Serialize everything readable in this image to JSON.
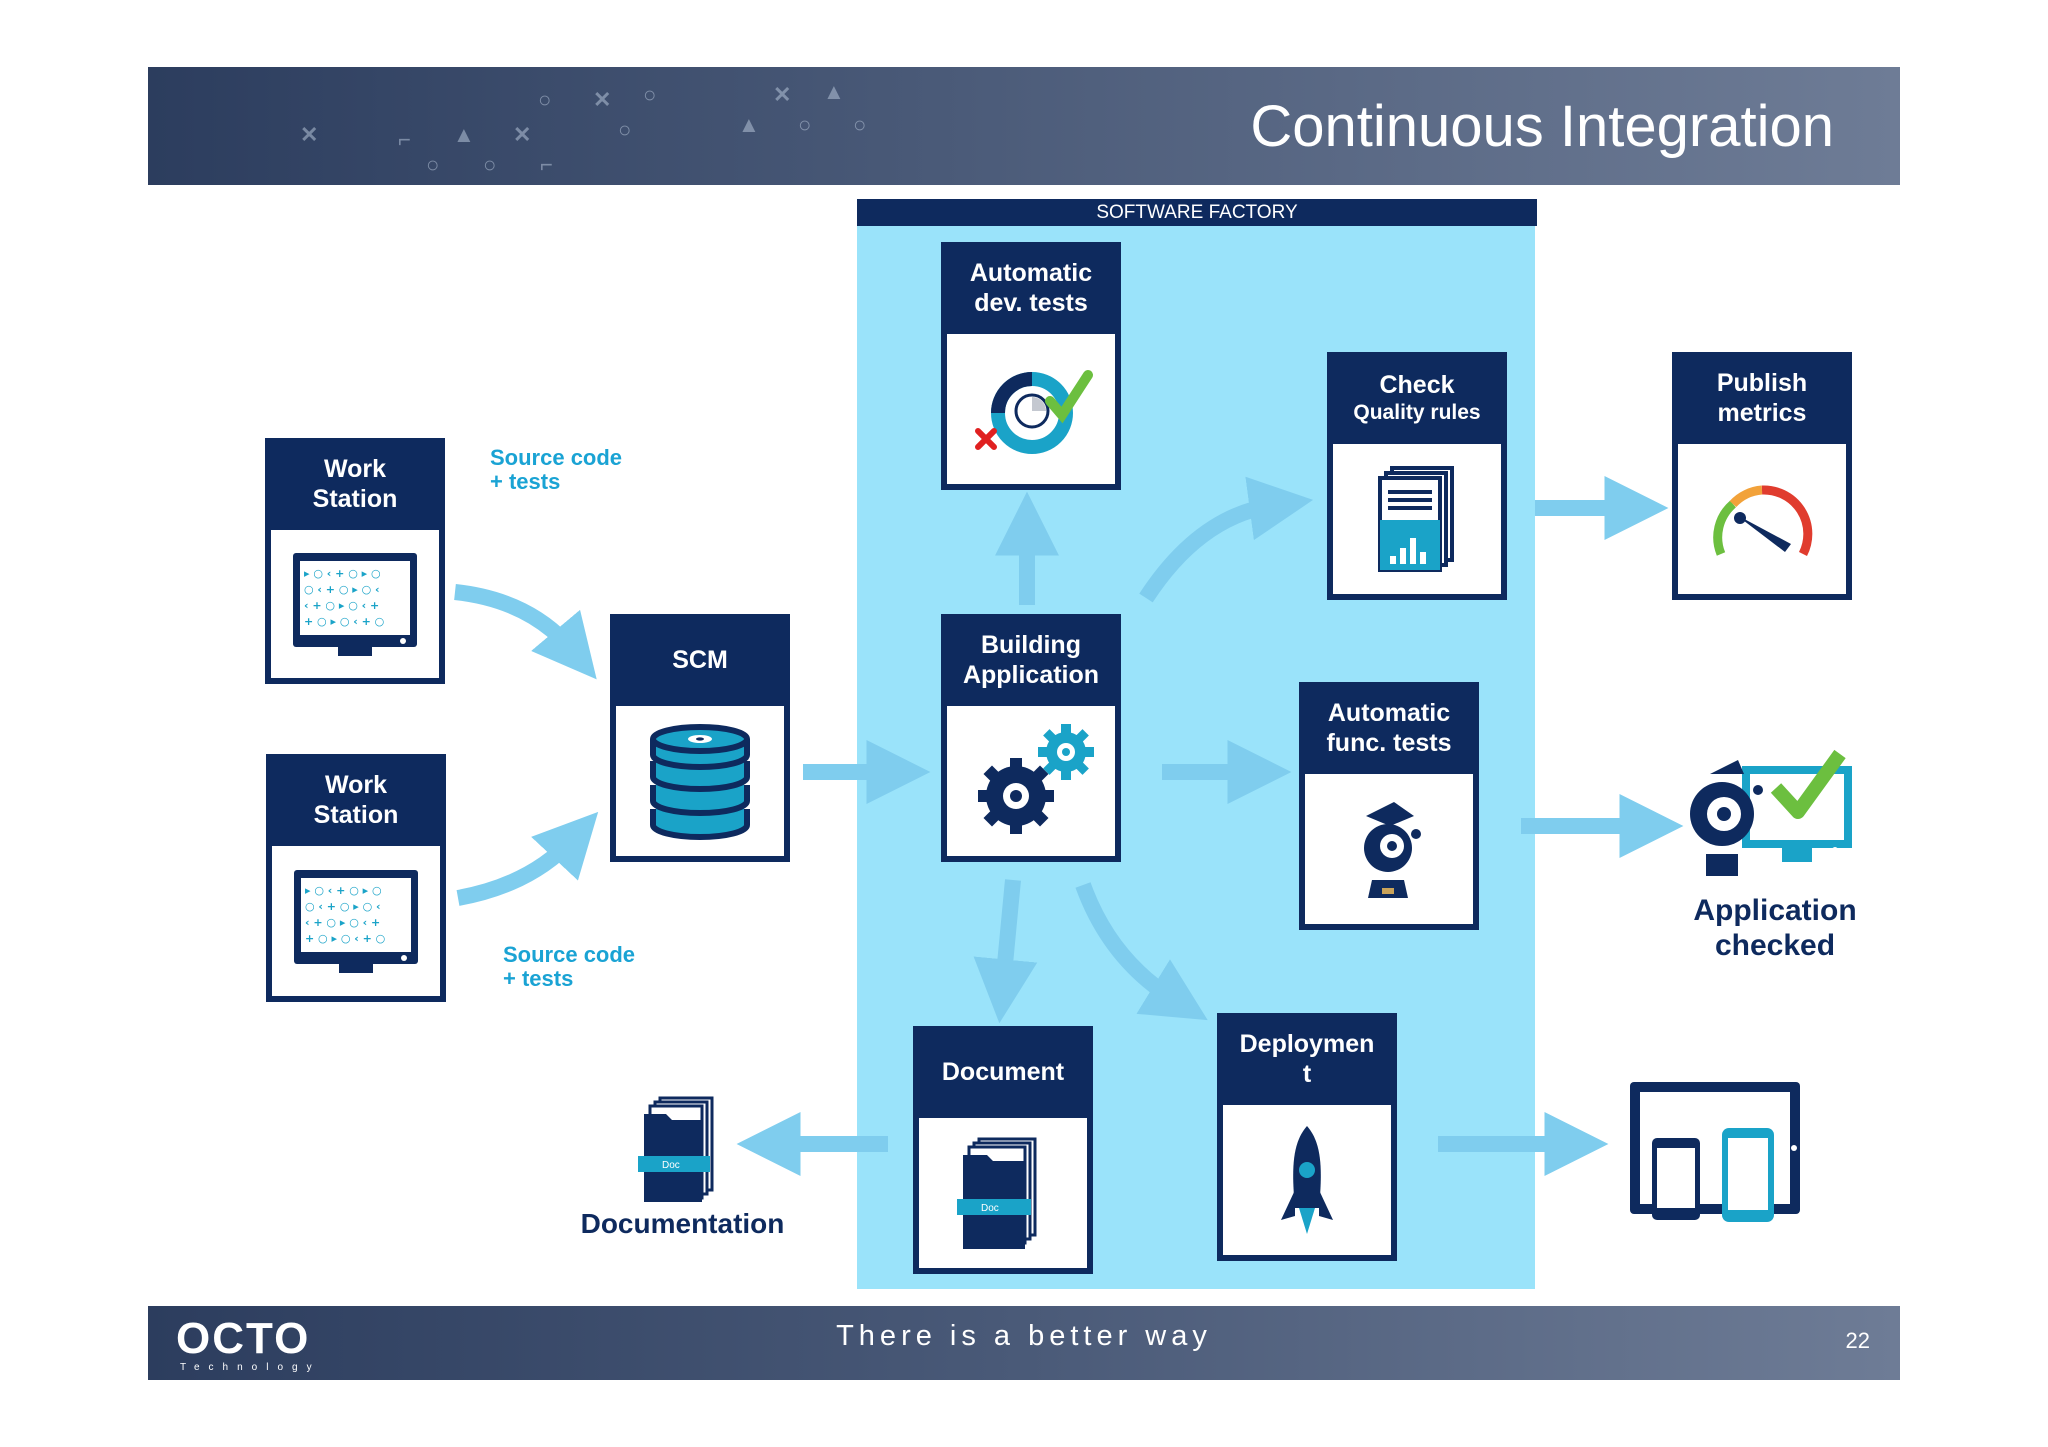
{
  "header": {
    "title": "Continuous Integration"
  },
  "factory": {
    "label": "SOFTWARE FACTORY"
  },
  "nodes": {
    "workstation1": {
      "title": "Work\nStation"
    },
    "workstation2": {
      "title": "Work\nStation"
    },
    "scm": {
      "title": "SCM"
    },
    "auto_dev_tests": {
      "title": "Automatic\ndev. tests"
    },
    "building": {
      "title": "Building\nApplication"
    },
    "check_quality": {
      "title": "Check",
      "subtitle": "Quality rules"
    },
    "auto_func_tests": {
      "title": "Automatic\nfunc. tests"
    },
    "document": {
      "title": "Document",
      "icon_label": "Doc"
    },
    "deployment": {
      "title": "Deploymen\nt"
    },
    "publish_metrics": {
      "title": "Publish\nmetrics"
    }
  },
  "labels": {
    "source_code_1": "Source code\n+ tests",
    "source_code_2": "Source code\n+ tests",
    "documentation": "Documentation",
    "documentation_icon": "Doc",
    "app_checked": "Application\nchecked"
  },
  "icons": {
    "workstation": "monitor-icon",
    "scm": "database-icon",
    "dev_tests": "test-result-icon",
    "building": "gears-icon",
    "quality": "report-icon",
    "func_tests": "tester-icon",
    "document": "document-icon",
    "deployment": "rocket-icon",
    "metrics": "gauge-icon",
    "app_checked": "checked-monitor-icon",
    "devices": "devices-icon"
  },
  "colors": {
    "navy": "#0e2a5e",
    "factory_bg": "#9ae3fa",
    "arrow": "#7fcdee",
    "label_blue": "#1aa3d4",
    "teal": "#1aa3c8",
    "green_check": "#6cbf3f"
  },
  "footer": {
    "logo": "OCTO",
    "logo_sub": "Technology",
    "slogan": "There is a better way",
    "page_number": "22"
  }
}
